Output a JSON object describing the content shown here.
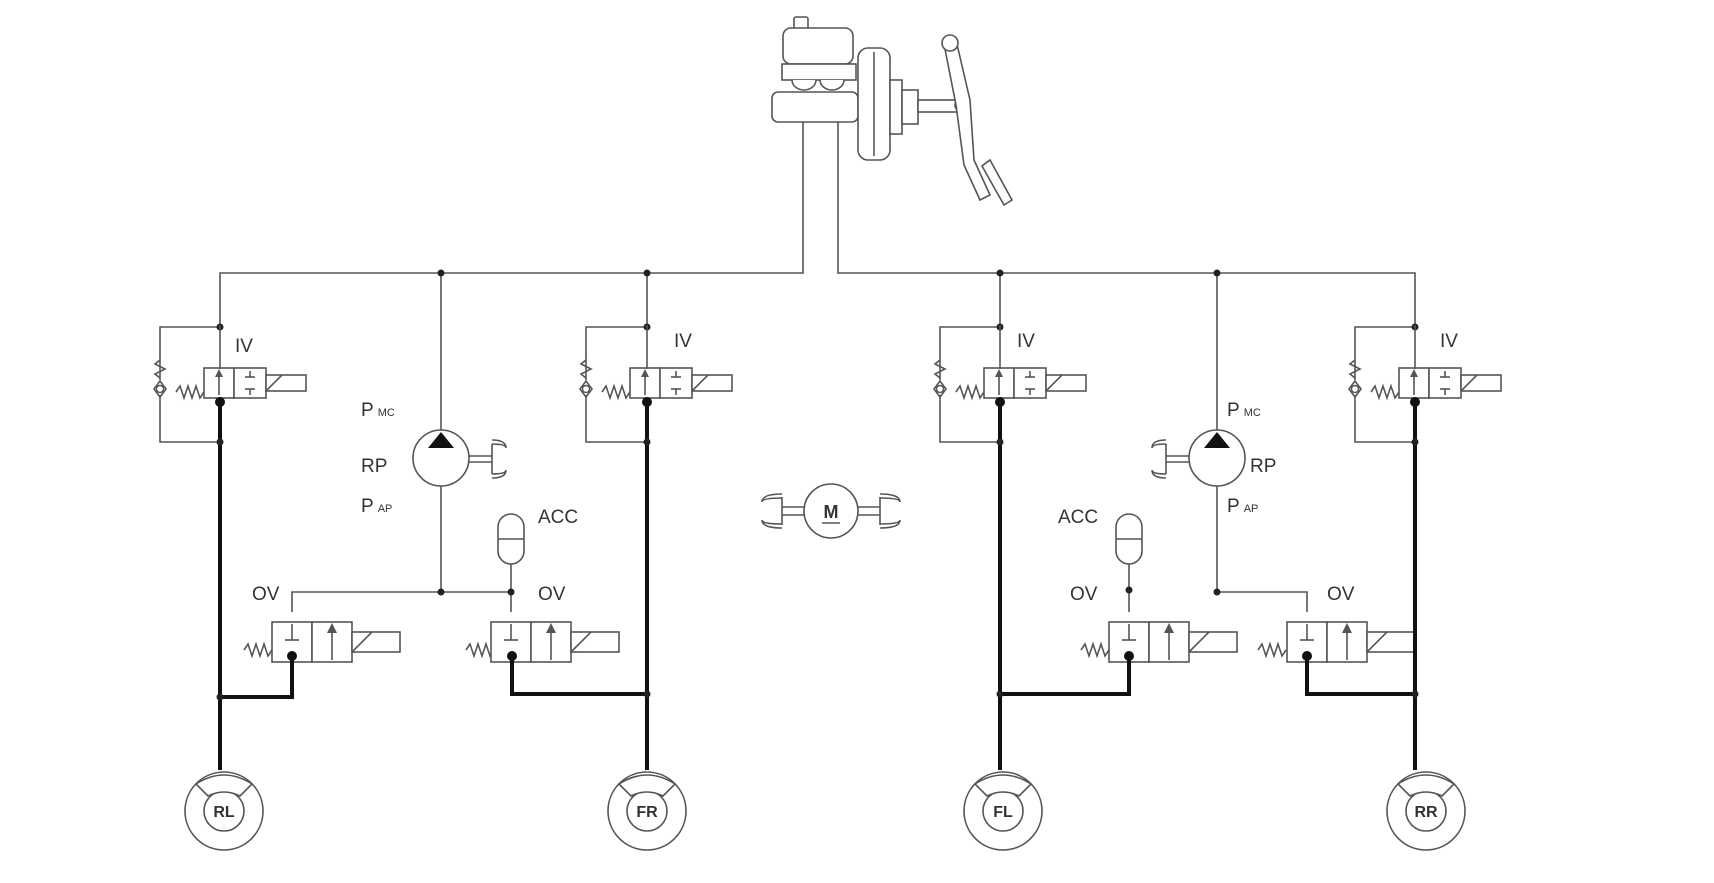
{
  "labels": {
    "inlet_valve": "IV",
    "outlet_valve": "OV",
    "accumulator": "ACC",
    "return_pump": "RP",
    "p_mc_main": "P",
    "p_mc_sub": "MC",
    "p_ap_main": "P",
    "p_ap_sub": "AP",
    "motor": "M"
  },
  "wheels": {
    "rl": "RL",
    "fr": "FR",
    "fl": "FL",
    "rr": "RR"
  },
  "colors": {
    "line": "#555555",
    "thick_line": "#111111",
    "text": "#333333"
  }
}
